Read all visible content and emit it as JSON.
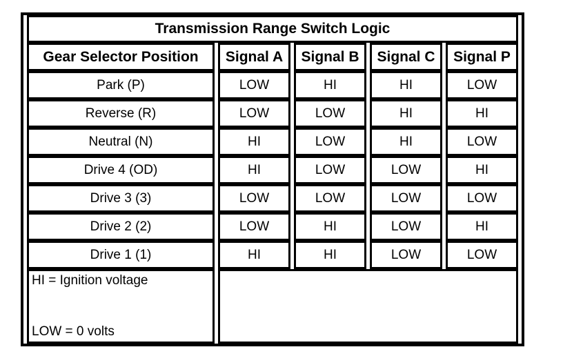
{
  "page": {
    "background": "#ffffff"
  },
  "table": {
    "title": "Transmission Range Switch Logic",
    "columns": [
      "Gear Selector Position",
      "Signal A",
      "Signal B",
      "Signal C",
      "Signal P"
    ],
    "rows": [
      {
        "position": "Park (P)",
        "signals": [
          "LOW",
          "HI",
          "HI",
          "LOW"
        ]
      },
      {
        "position": "Reverse (R)",
        "signals": [
          "LOW",
          "LOW",
          "HI",
          "HI"
        ]
      },
      {
        "position": "Neutral (N)",
        "signals": [
          "HI",
          "LOW",
          "HI",
          "LOW"
        ]
      },
      {
        "position": "Drive 4 (OD)",
        "signals": [
          "HI",
          "LOW",
          "LOW",
          "HI"
        ]
      },
      {
        "position": "Drive 3 (3)",
        "signals": [
          "LOW",
          "LOW",
          "LOW",
          "LOW"
        ]
      },
      {
        "position": "Drive 2 (2)",
        "signals": [
          "LOW",
          "HI",
          "LOW",
          "HI"
        ]
      },
      {
        "position": "Drive 1 (1)",
        "signals": [
          "HI",
          "HI",
          "LOW",
          "LOW"
        ]
      }
    ],
    "legend": {
      "hi_definition": "HI = Ignition voltage",
      "low_definition": "LOW = 0 volts"
    }
  },
  "colors": {
    "border": "#000000",
    "background": "#ffffff",
    "text": "#000000"
  }
}
